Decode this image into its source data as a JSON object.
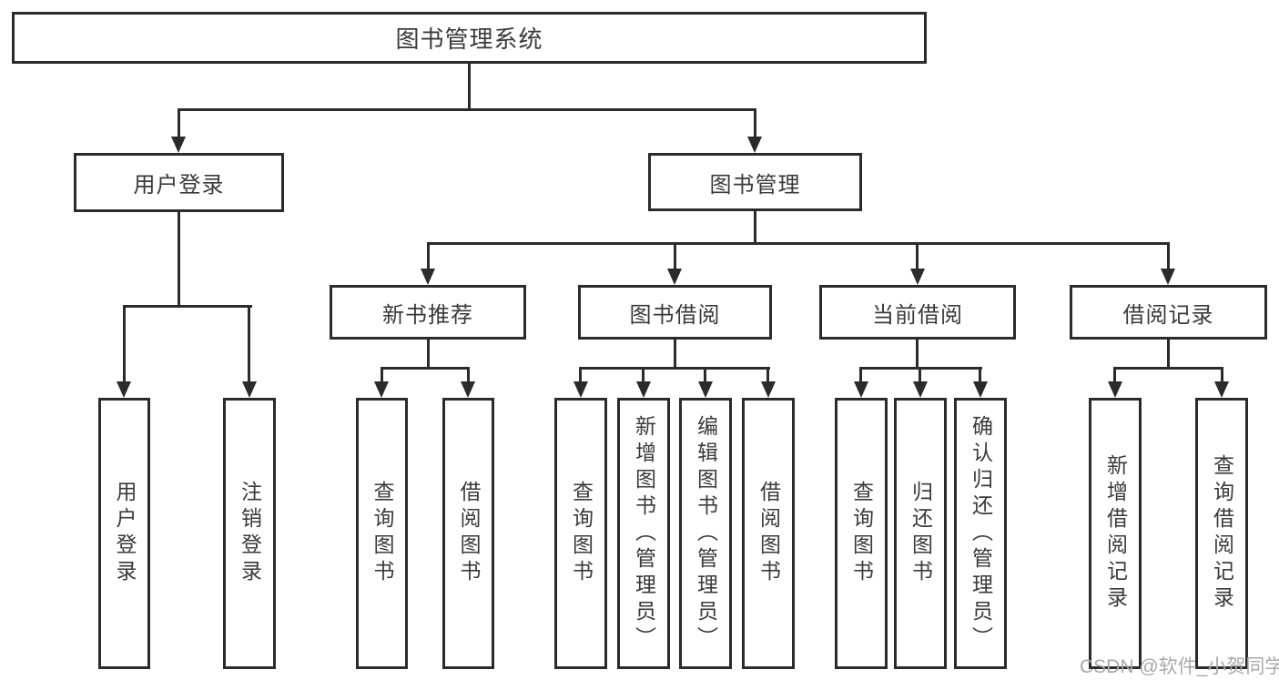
{
  "diagram": {
    "type": "hierarchy-tree",
    "root": {
      "label": "图书管理系统"
    },
    "user_login": {
      "label": "用户登录",
      "leaves": [
        "用户登录",
        "注销登录"
      ]
    },
    "book_mgmt": {
      "label": "图书管理"
    },
    "new_book_rec": {
      "label": "新书推荐",
      "leaves": [
        "查询图书",
        "借阅图书"
      ]
    },
    "book_borrow": {
      "label": "图书借阅",
      "leaves": [
        "查询图书",
        "新增图书（管理员）",
        "编辑图书（管理员）",
        "借阅图书"
      ]
    },
    "current_borrow": {
      "label": "当前借阅",
      "leaves": [
        "查询图书",
        "归还图书",
        "确认归还（管理员）"
      ]
    },
    "borrow_record": {
      "label": "借阅记录",
      "leaves": [
        "新增借阅记录",
        "查询借阅记录"
      ]
    },
    "watermark": "CSDN @软件_小贺同学",
    "colors": {
      "line": "#2b2b2b",
      "box_border": "#2b2b2b",
      "text": "#3a3a3a",
      "watermark": "#a9a9a9",
      "background": "#ffffff"
    }
  }
}
